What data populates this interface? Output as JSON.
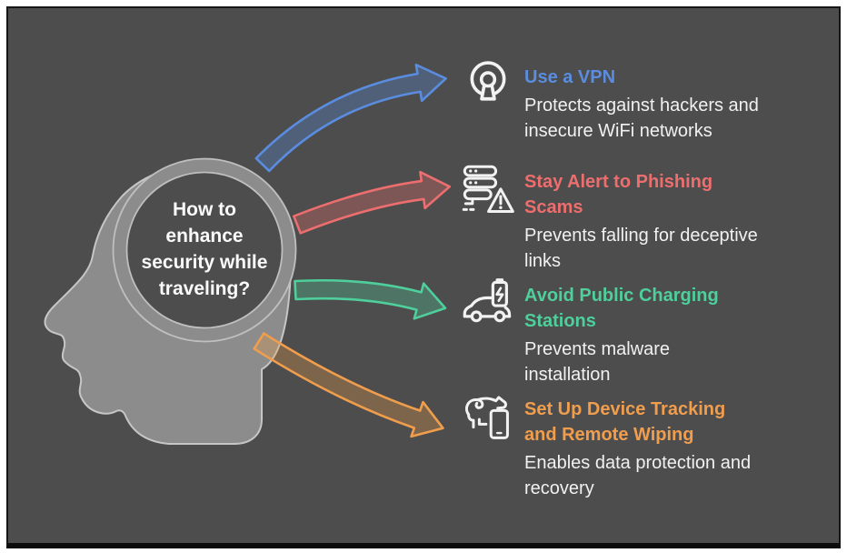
{
  "question": "How to\nenhance\nsecurity while\ntraveling?",
  "items": [
    {
      "id": "vpn",
      "title": "Use a VPN",
      "description": "Protects against hackers and\ninsecure WiFi networks",
      "color": "#5a8de0",
      "icon": "vpn-keyhole-icon"
    },
    {
      "id": "phishing",
      "title": "Stay Alert to Phishing\nScams",
      "description": "Prevents falling for deceptive\nlinks",
      "color": "#ed6e6e",
      "icon": "server-warning-icon"
    },
    {
      "id": "charging",
      "title": "Avoid Public Charging\nStations",
      "description": "Prevents malware\ninstallation",
      "color": "#4ecf9b",
      "icon": "car-charging-icon"
    },
    {
      "id": "tracking",
      "title": "Set Up Device Tracking\nand Remote Wiping",
      "description": "Enables data protection and\nrecovery",
      "color": "#f09e4d",
      "icon": "device-tracking-icon"
    }
  ],
  "colors": {
    "background": "#4d4d4d",
    "head_fill": "#8c8c8c",
    "outline": "#c6c6c6",
    "body_text": "#f1f1f1",
    "icon_stroke": "#f2f2f2"
  }
}
